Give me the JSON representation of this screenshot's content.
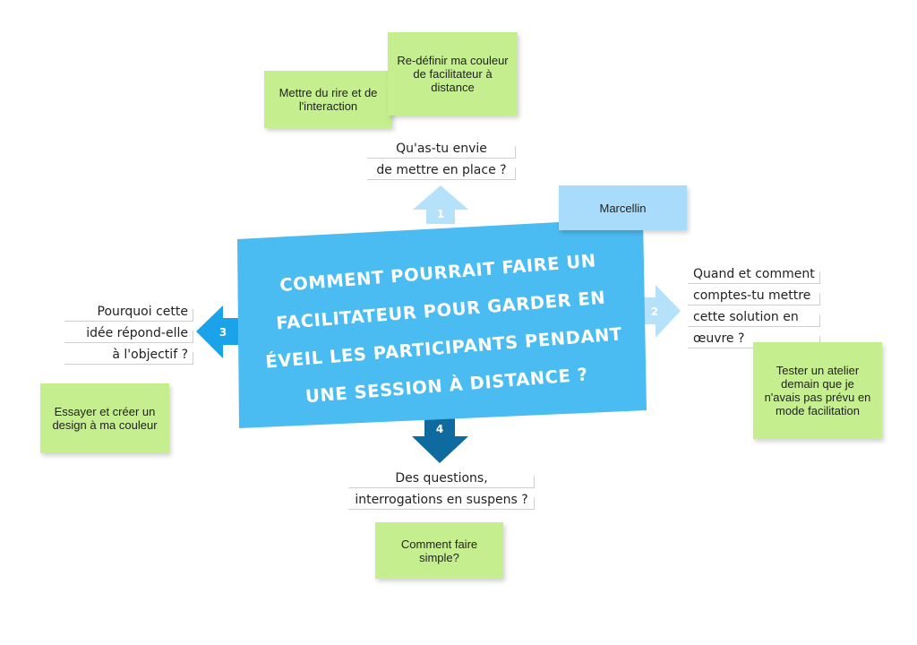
{
  "central_question_lines": [
    "Comment pourrait faire un",
    "facilitateur pour garder en",
    "éveil les participants pendant",
    "une session à distance ?"
  ],
  "arrows": [
    {
      "number": "1",
      "direction": "up",
      "color": "#b6e1fb"
    },
    {
      "number": "2",
      "direction": "right",
      "color": "#b6e1fb"
    },
    {
      "number": "3",
      "direction": "left",
      "color": "#1aa3e8"
    },
    {
      "number": "4",
      "direction": "down",
      "color": "#0f6aa0"
    }
  ],
  "prompts": {
    "top": [
      "Qu'as-tu envie",
      "de mettre en place ?"
    ],
    "right": [
      "Quand et comment",
      "comptes-tu mettre",
      "cette solution en",
      "œuvre ?"
    ],
    "left": [
      "Pourquoi cette",
      "idée répond-elle",
      "à l'objectif ?"
    ],
    "bottom": [
      "Des questions,",
      "interrogations en suspens ?"
    ]
  },
  "notes": {
    "redefinir": "Re-définir ma couleur de facilitateur à distance",
    "rire": "Mettre du rire et de l'interaction",
    "marcellin": "Marcellin",
    "tester": "Tester un atelier demain que je n'avais pas prévu en mode facilitation",
    "essayer": "Essayer et créer un design à ma couleur",
    "simple": "Comment faire simple?"
  },
  "colors": {
    "banner": "#4bbcf2",
    "note_green": "#c5ef8e",
    "note_blue": "#a9dcfb"
  }
}
